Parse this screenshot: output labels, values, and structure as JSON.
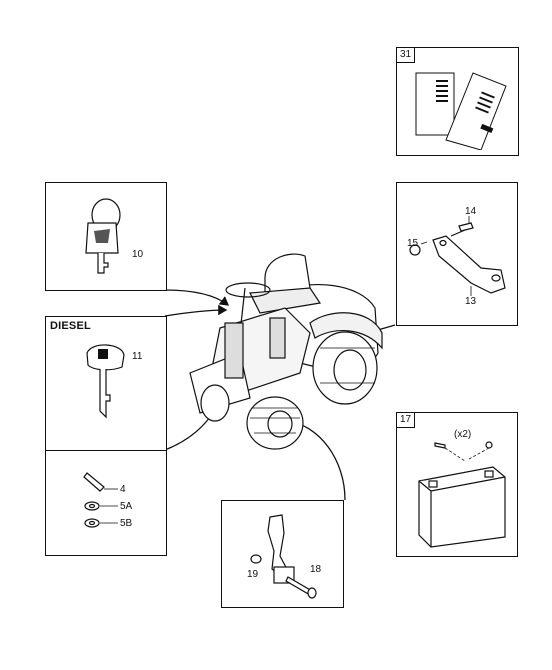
{
  "boxes": {
    "manuals": {
      "number": "31"
    },
    "keyring": {
      "part": "10"
    },
    "diesel": {
      "title": "DIESEL",
      "part": "11"
    },
    "bracket": {
      "part_bolt": "14",
      "part_nut": "15",
      "part_bracket": "13"
    },
    "pin_washers": {
      "part_pin": "4",
      "part_washer_a": "5A",
      "part_washer_b": "5B"
    },
    "battery": {
      "number": "17",
      "quantity": "(x2)"
    },
    "pedal": {
      "part_nut": "19",
      "part_bolt": "18"
    }
  }
}
